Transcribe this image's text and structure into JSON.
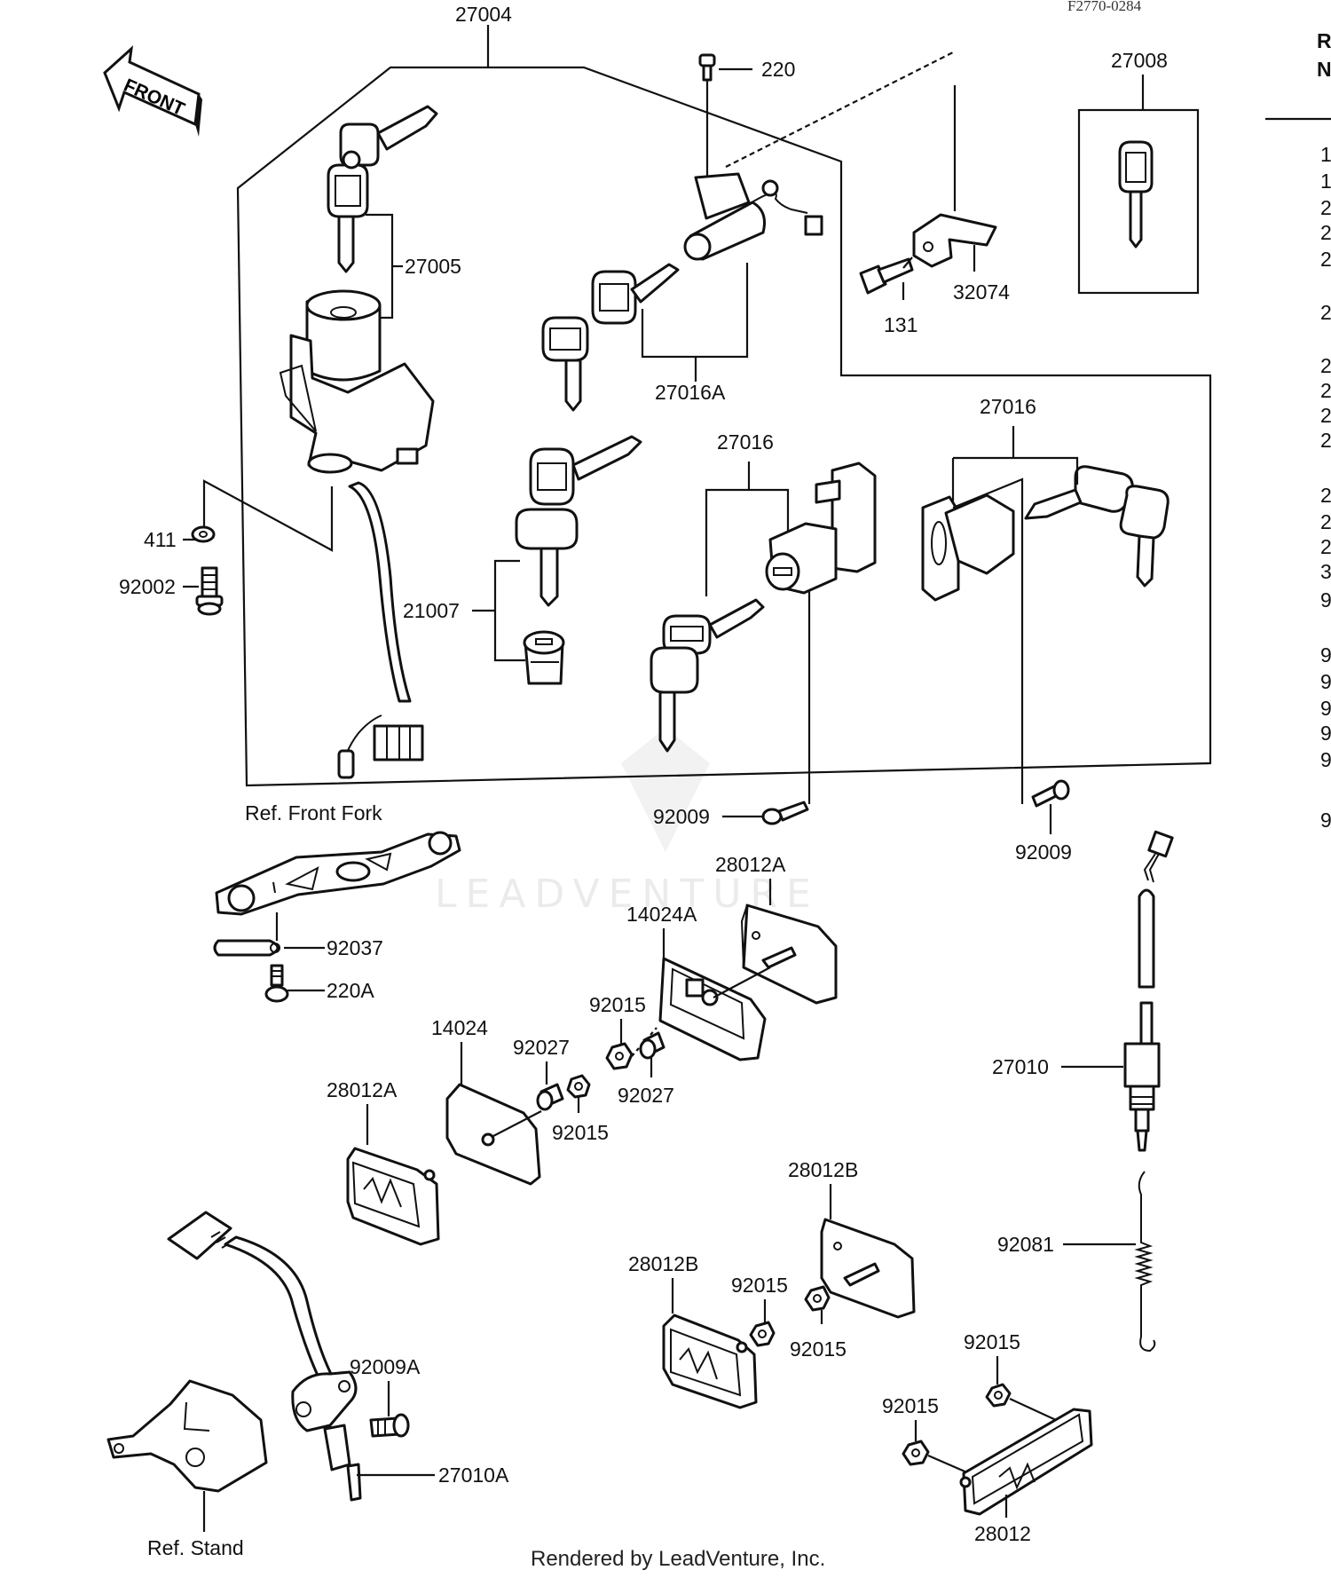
{
  "diagram_code": "F2770-0284",
  "front_arrow_label": "FRONT",
  "watermark": "LEADVENTURE",
  "footer": "Rendered by LeadVenture, Inc.",
  "side_column_header": [
    "R",
    "N"
  ],
  "side_column_values": [
    "1",
    "1",
    "2",
    "2",
    "2",
    "2",
    "2",
    "2",
    "2",
    "2",
    "2",
    "2",
    "2",
    "3",
    "9",
    "9",
    "9",
    "9",
    "9",
    "9",
    "9"
  ],
  "labels": {
    "p27004": "27004",
    "p220": "220",
    "p27008": "27008",
    "p27005": "27005",
    "p32074": "32074",
    "p131": "131",
    "p27016A": "27016A",
    "p27016_right": "27016",
    "p27016_mid": "27016",
    "p411": "411",
    "p92002": "92002",
    "p21007": "21007",
    "p92009_mid": "92009",
    "p92009_right": "92009",
    "ref_front_fork": "Ref. Front Fork",
    "p28012A_top": "28012A",
    "p14024A": "14024A",
    "p92037": "92037",
    "p220A": "220A",
    "p92015_a": "92015",
    "p14024": "14024",
    "p92027_a": "92027",
    "p92027_b": "92027",
    "p28012A_left": "28012A",
    "p92015_b": "92015",
    "p27010": "27010",
    "p28012B_right": "28012B",
    "p92081": "92081",
    "p28012B_left": "28012B",
    "p92015_c": "92015",
    "p92015_d": "92015",
    "p92009A": "92009A",
    "p92015_e": "92015",
    "p92015_f": "92015",
    "p27010A": "27010A",
    "ref_stand": "Ref. Stand",
    "p28012": "28012"
  }
}
